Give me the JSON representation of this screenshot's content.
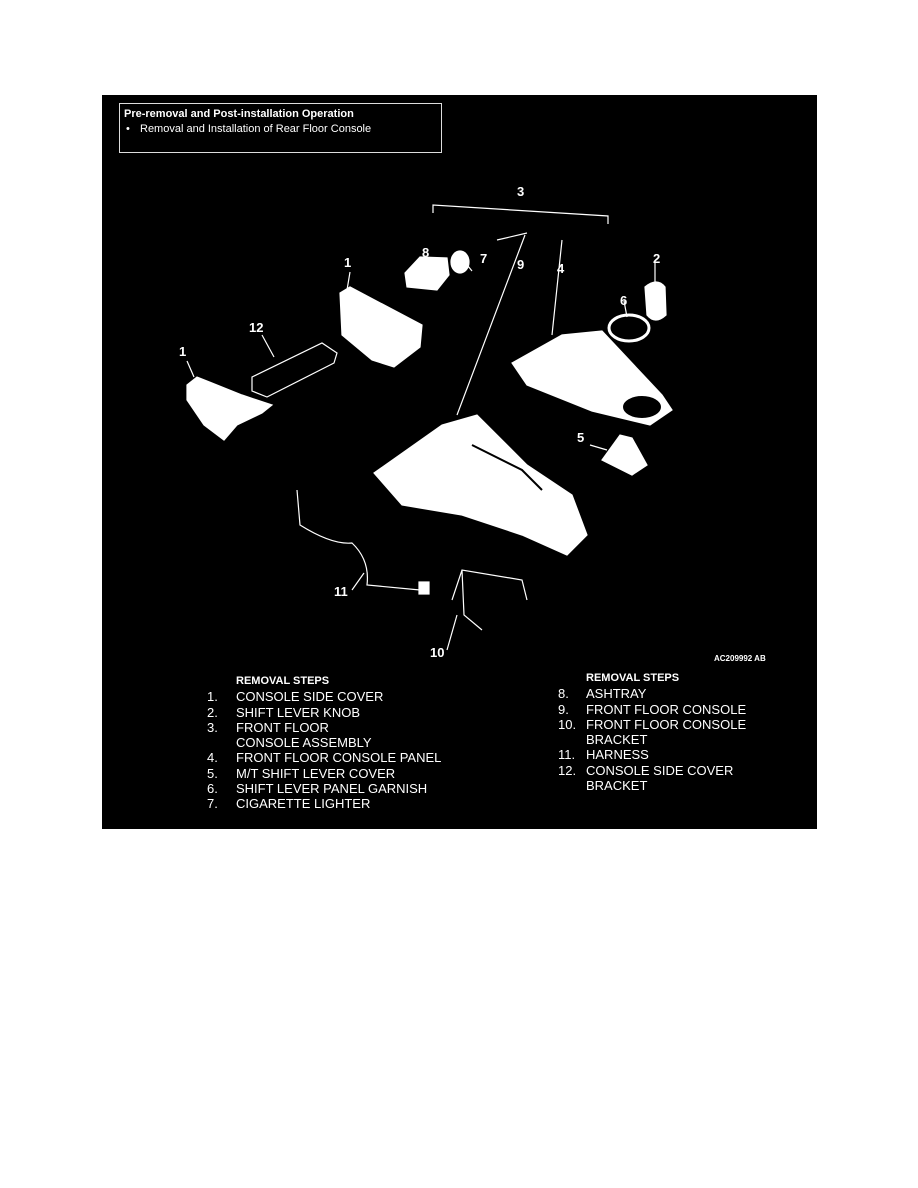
{
  "pre_operation": {
    "title": "Pre-removal and Post-installation Operation",
    "items": [
      "Removal and Installation of Rear Floor Console"
    ]
  },
  "callouts": [
    "3",
    "8",
    "7",
    "9",
    "4",
    "2",
    "1",
    "6",
    "12",
    "1",
    "5",
    "11",
    "10"
  ],
  "figure_code": "AC209992 AB",
  "removal_steps_left": {
    "heading": "REMOVAL STEPS",
    "steps": [
      {
        "num": "1.",
        "text": "CONSOLE SIDE COVER"
      },
      {
        "num": "2.",
        "text": "SHIFT LEVER KNOB"
      },
      {
        "num": "3.",
        "text": "FRONT FLOOR CONSOLE ASSEMBLY"
      },
      {
        "num": "4.",
        "text": "FRONT FLOOR CONSOLE PANEL"
      },
      {
        "num": "5.",
        "text": "M/T SHIFT LEVER COVER"
      },
      {
        "num": "6.",
        "text": "SHIFT LEVER PANEL GARNISH"
      },
      {
        "num": "7.",
        "text": "CIGARETTE LIGHTER"
      }
    ]
  },
  "removal_steps_right": {
    "heading": "REMOVAL STEPS",
    "steps": [
      {
        "num": "8.",
        "text": "ASHTRAY"
      },
      {
        "num": "9.",
        "text": "FRONT FLOOR CONSOLE"
      },
      {
        "num": "10.",
        "text": "FRONT FLOOR CONSOLE BRACKET"
      },
      {
        "num": "11.",
        "text": "HARNESS"
      },
      {
        "num": "12.",
        "text": "CONSOLE SIDE COVER BRACKET"
      }
    ]
  }
}
